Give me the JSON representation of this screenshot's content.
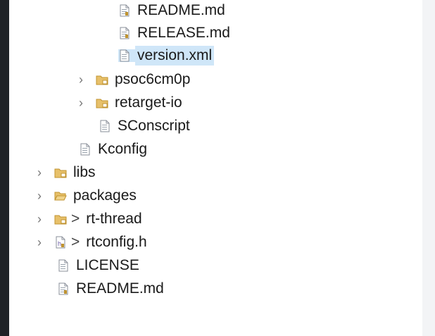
{
  "tree": {
    "items": [
      {
        "label": "README.md",
        "type": "file",
        "prefix": "",
        "expandable": false,
        "selected": false
      },
      {
        "label": "RELEASE.md",
        "type": "file",
        "prefix": "",
        "expandable": false,
        "selected": false
      },
      {
        "label": "version.xml",
        "type": "xml-file",
        "prefix": "",
        "expandable": false,
        "selected": true
      },
      {
        "label": "psoc6cm0p",
        "type": "folder",
        "prefix": "",
        "expandable": true,
        "selected": false
      },
      {
        "label": "retarget-io",
        "type": "folder",
        "prefix": "",
        "expandable": true,
        "selected": false
      },
      {
        "label": "SConscript",
        "type": "file",
        "prefix": "",
        "expandable": false,
        "selected": false
      },
      {
        "label": "Kconfig",
        "type": "file",
        "prefix": "",
        "expandable": false,
        "selected": false
      },
      {
        "label": "libs",
        "type": "folder",
        "prefix": "",
        "expandable": true,
        "selected": false
      },
      {
        "label": "packages",
        "type": "folder-open",
        "prefix": "",
        "expandable": true,
        "selected": false
      },
      {
        "label": "rt-thread",
        "type": "folder",
        "prefix": ">",
        "expandable": true,
        "selected": false
      },
      {
        "label": "rtconfig.h",
        "type": "header-file",
        "prefix": ">",
        "expandable": true,
        "selected": false
      },
      {
        "label": "LICENSE",
        "type": "file",
        "prefix": "",
        "expandable": false,
        "selected": false
      },
      {
        "label": "README.md",
        "type": "file",
        "prefix": "",
        "expandable": false,
        "selected": false
      }
    ],
    "chevron_glyph": "›"
  },
  "colors": {
    "selection": "#cfe6f8",
    "folder": "#d9a441",
    "file_border": "#8a8f99",
    "left_strip": "#1f2227"
  }
}
